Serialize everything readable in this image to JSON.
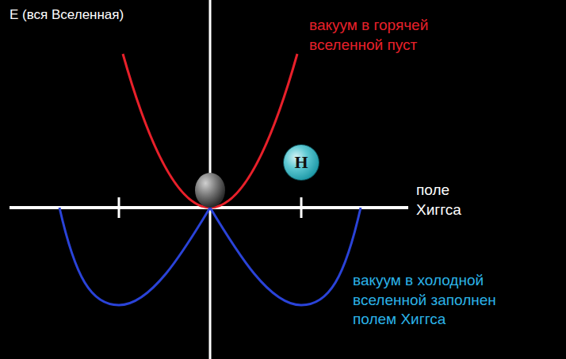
{
  "diagram": {
    "nodes": [
      {
        "text": [
          "H"
        ]
      }
    ],
    "labels": [
      "E (вся Вселенная)",
      "вакуум в горячей вселенной пуст",
      "поле Хиггса",
      "вакуум в холодной вселенной заполнен полем Хиггса"
    ]
  }
}
